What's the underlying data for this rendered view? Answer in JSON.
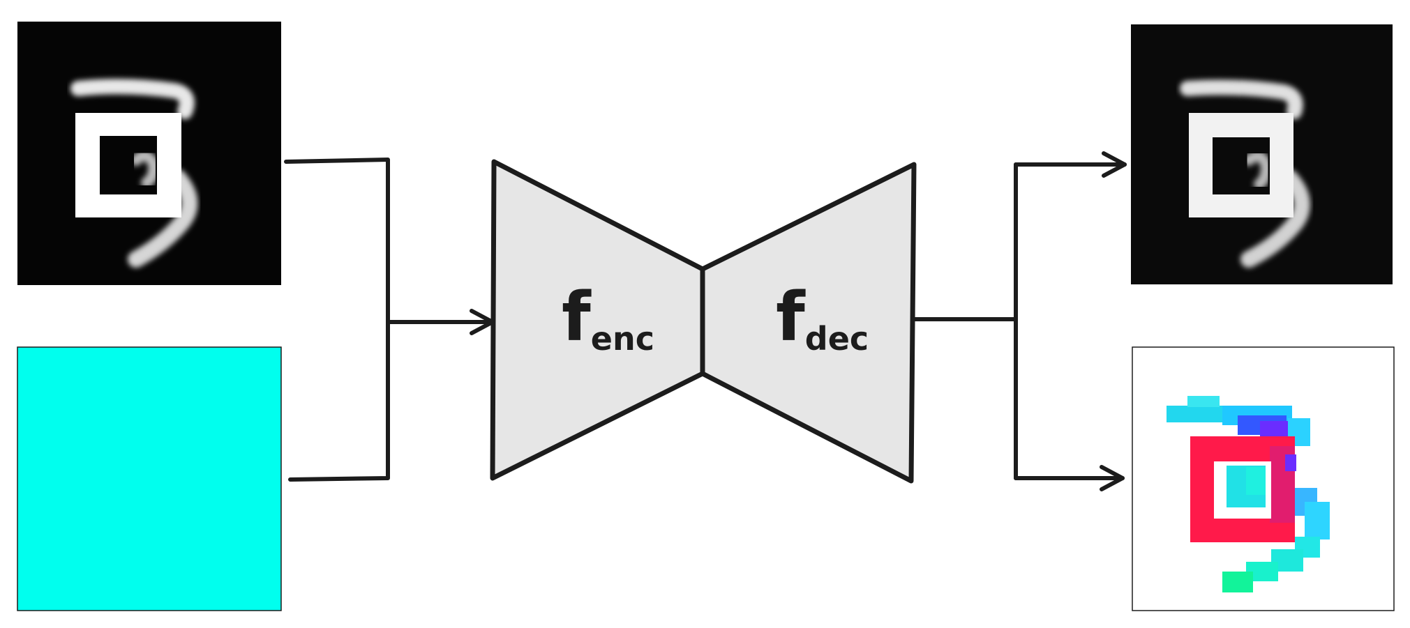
{
  "encoder": {
    "symbol": "f",
    "subscript": "enc"
  },
  "decoder": {
    "symbol": "f",
    "subscript": "dec"
  },
  "images": {
    "input_digit": "digit-three-with-square-overlay",
    "input_mask": "uniform-cyan-map",
    "output_digit": "reconstructed-digit-three-with-square",
    "output_map": "colored-segmentation-map"
  },
  "colors": {
    "stroke": "#1c1c1c",
    "trapezoid_fill": "#e6e6e6",
    "cyan": "#00ffee",
    "red": "#ff1a4a",
    "dark_bg": "#050505",
    "output_bg": "#0a0a0a"
  }
}
